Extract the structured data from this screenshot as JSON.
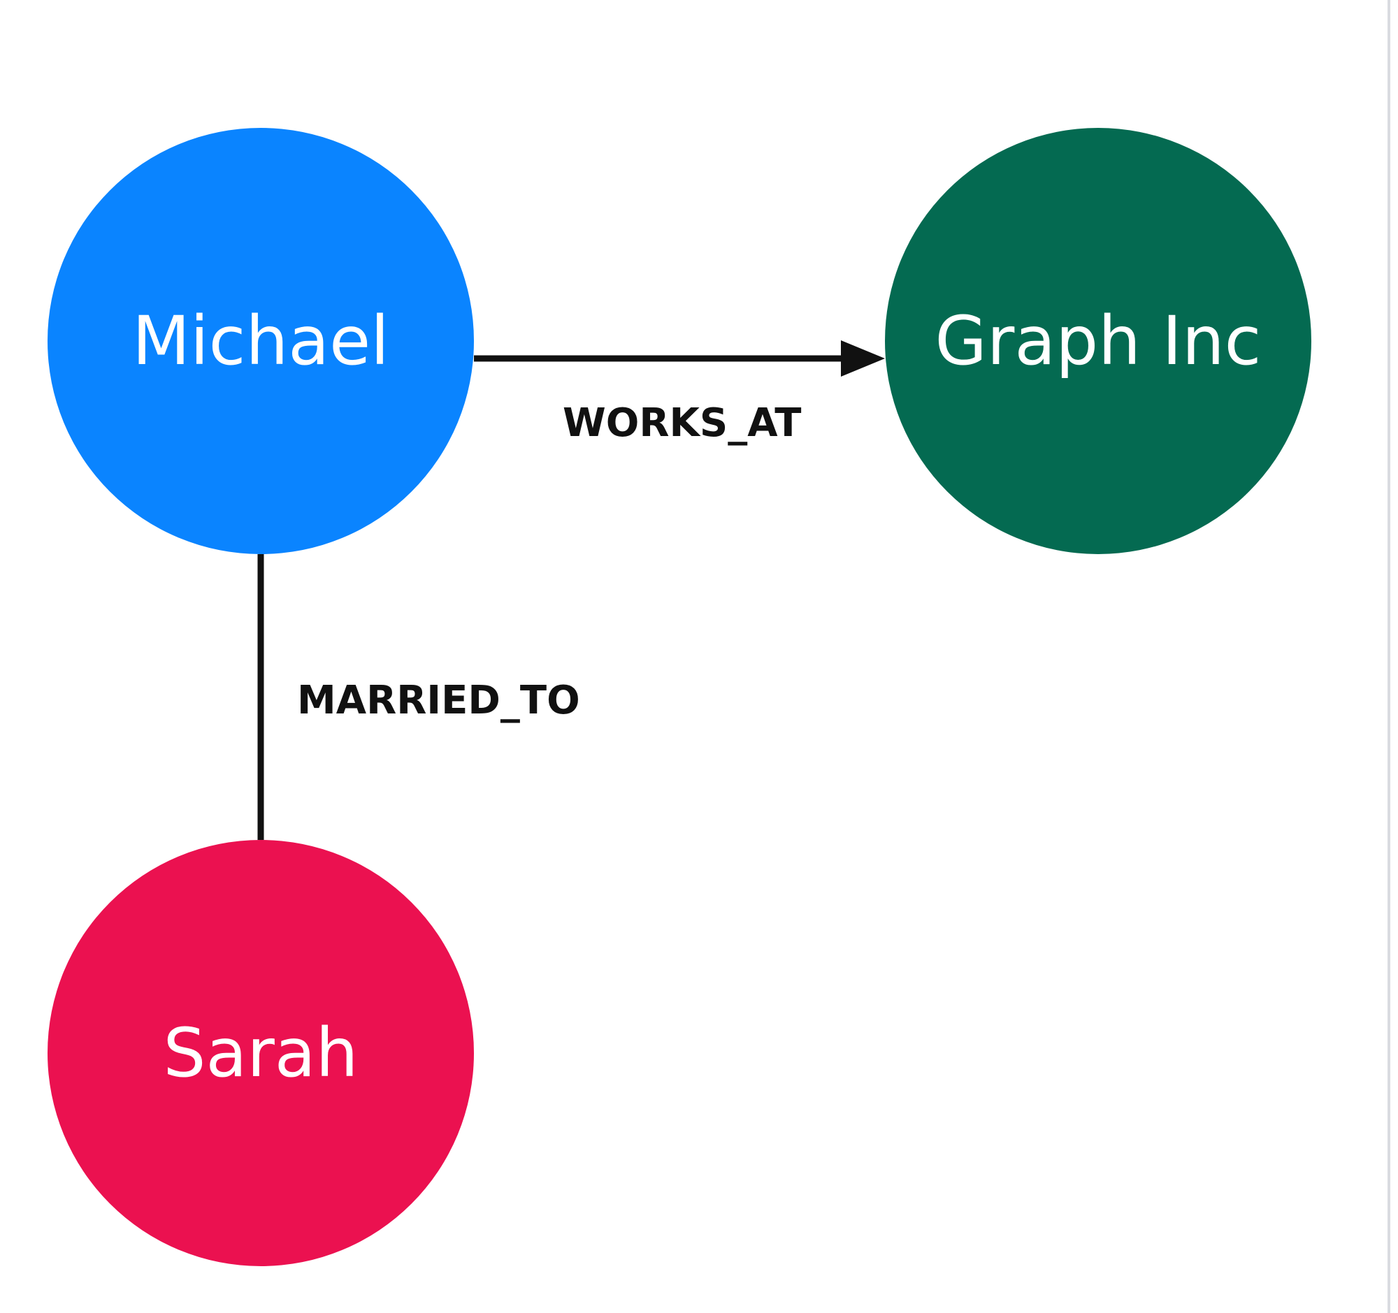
{
  "graph": {
    "nodes": [
      {
        "id": "michael",
        "label": "Michael",
        "color": "#0a84ff"
      },
      {
        "id": "graphinc",
        "label": "Graph Inc",
        "color": "#046a51"
      },
      {
        "id": "sarah",
        "label": "Sarah",
        "color": "#eb1150"
      }
    ],
    "edges": [
      {
        "from": "michael",
        "to": "graphinc",
        "label": "WORKS_AT",
        "directed": true
      },
      {
        "from": "michael",
        "to": "sarah",
        "label": "MARRIED_TO",
        "directed": false
      }
    ],
    "edge_color": "#111111"
  }
}
